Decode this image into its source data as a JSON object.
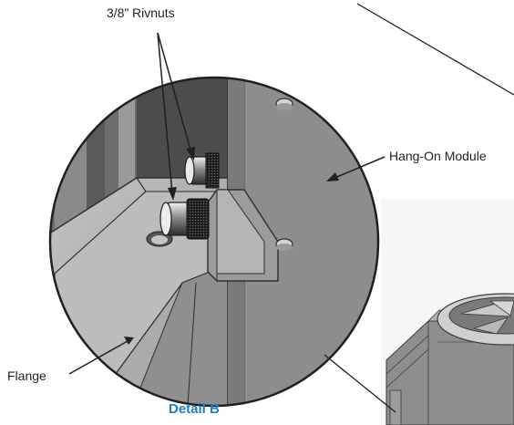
{
  "figure": {
    "callouts": {
      "rivnuts": "3/8” Rivnuts",
      "hang_on_module": "Hang-On Module",
      "flange": "Flange"
    },
    "caption": "Detail B",
    "colors": {
      "caption": "#1f7fc4",
      "outline": "#231f20",
      "panel_dark": "#5e5e5e",
      "panel_light": "#b5b5b5",
      "flange": "#a6a6a6",
      "unit_body": "#9a9a9a"
    }
  }
}
